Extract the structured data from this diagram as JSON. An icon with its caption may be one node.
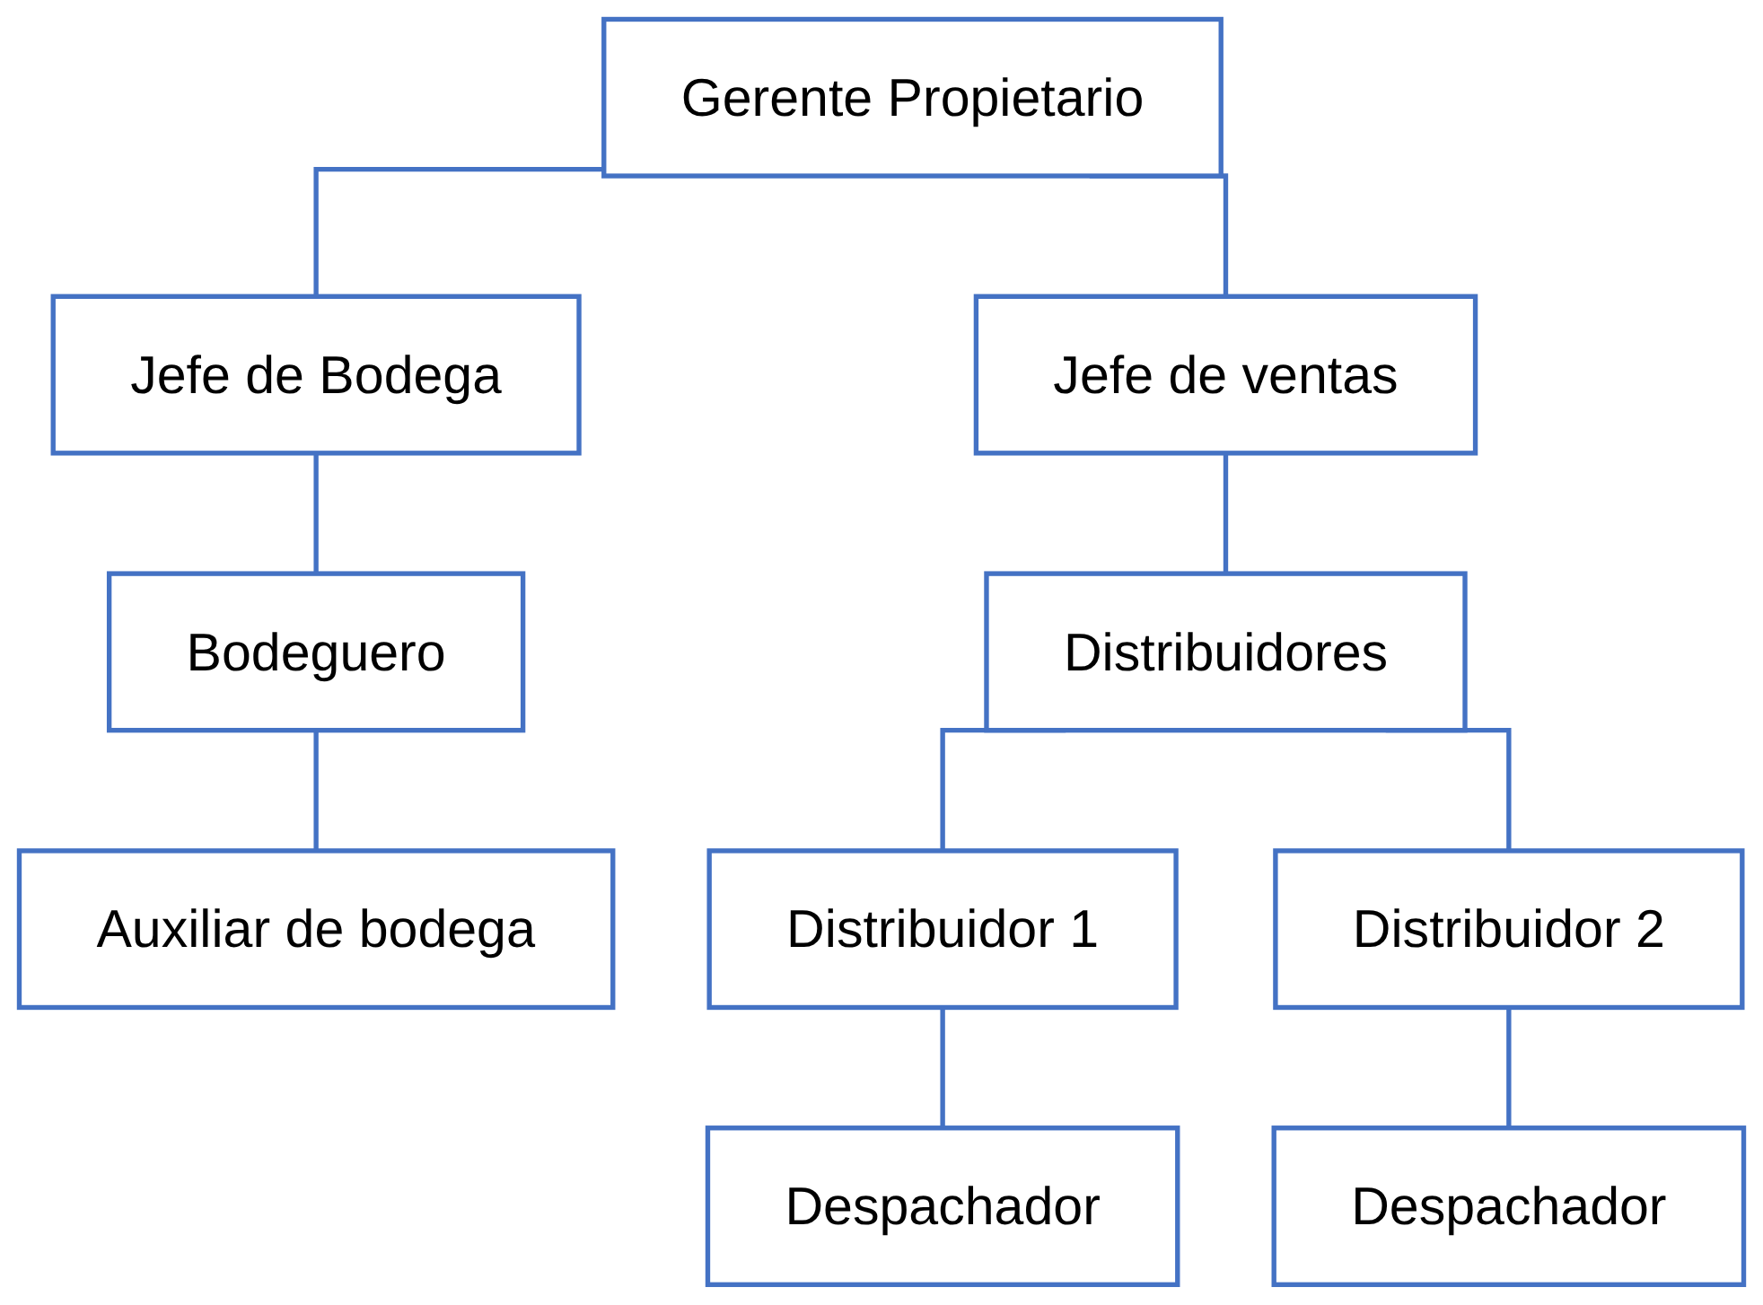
{
  "diagram": {
    "nodes": [
      {
        "text": [
          "Gerente Propietario"
        ]
      },
      {
        "text": [
          "Jefe de Bodega"
        ]
      },
      {
        "text": [
          "Jefe de ventas"
        ]
      },
      {
        "text": [
          "Bodeguero"
        ]
      },
      {
        "text": [
          "Auxiliar de bodega"
        ]
      },
      {
        "text": [
          "Distribuidores"
        ]
      },
      {
        "text": [
          "Distribuidor 1"
        ]
      },
      {
        "text": [
          "Distribuidor 2"
        ]
      },
      {
        "text": [
          "Despachador"
        ]
      },
      {
        "text": [
          "Despachador"
        ]
      }
    ],
    "edges": [
      {
        "from": 0,
        "to": 1,
        "arrow": "none"
      },
      {
        "from": 0,
        "to": 2,
        "arrow": "none"
      },
      {
        "from": 1,
        "to": 3,
        "arrow": "none"
      },
      {
        "from": 3,
        "to": 4,
        "arrow": "none"
      },
      {
        "from": 2,
        "to": 5,
        "arrow": "none"
      },
      {
        "from": 5,
        "to": 6,
        "arrow": "none"
      },
      {
        "from": 5,
        "to": 7,
        "arrow": "none"
      },
      {
        "from": 6,
        "to": 8,
        "arrow": "none"
      },
      {
        "from": 7,
        "to": 9,
        "arrow": "none"
      }
    ]
  }
}
